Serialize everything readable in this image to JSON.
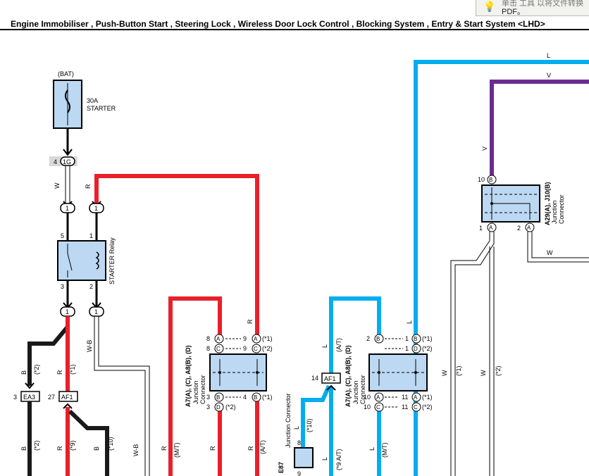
{
  "title": "Engine Immobiliser , Push-Button Start , Steering Lock , Wireless Door Lock Control , Blocking System , Entry & Start System <LHD>",
  "tooltip": {
    "line1": "单击 工具 以将文件转换",
    "line2": "PDF。"
  },
  "fuse": {
    "top_label": "(BAT)",
    "rating": "30A",
    "name": "STARTER"
  },
  "connector_1g": {
    "pin": "4",
    "name": "1G"
  },
  "relay": {
    "name": "STARTER Relay",
    "pins": [
      "5",
      "1",
      "3",
      "2"
    ]
  },
  "wire_colors": {
    "W": "W",
    "R": "R",
    "B": "B",
    "WB": "W-B",
    "L": "L",
    "V": "V"
  },
  "junction_left": {
    "name": "A7(A), (C), A8(B), (D)",
    "sub": "Junction Connector",
    "pins": [
      "8",
      "8",
      "3",
      "3"
    ],
    "right_pins": [
      "9",
      "9",
      "4"
    ],
    "notes": [
      "(*1)",
      "(*2)",
      "(*1)",
      "(*2)"
    ]
  },
  "junction_mid": {
    "name": "A7(A), (C), A8(B), (D)",
    "sub": "Junction Connector",
    "pins": [
      "2",
      "10",
      "10"
    ],
    "right_pins": [
      "1",
      "1",
      "11",
      "11"
    ],
    "notes": [
      "(*1)",
      "(*2)",
      "(*1)",
      "(*2)"
    ]
  },
  "junction_right": {
    "name": "A29(A), J10(B)",
    "sub": "Junction Connector",
    "pins": [
      "10",
      "1",
      "2"
    ]
  },
  "connectors": {
    "ea3_pin": "3",
    "ea3": "EA3",
    "af1_pin": "27",
    "af1": "AF1",
    "af1b_pin": "14",
    "af1b": "AF1",
    "e87": "E87",
    "e87_sub": "Junction Connector",
    "e87_pin": "8",
    "e87_pin2": "9"
  },
  "annotations": {
    "star1": "(*1)",
    "star2": "(*2)",
    "star9": "(*9)",
    "star10": "(*10)",
    "m1": "(M/T)",
    "at1": "(A/T)",
    "star9at": "(*9 A/T)",
    "at2": "(A/T)"
  },
  "colors": {
    "red": "#e8202a",
    "blue": "#00aeef",
    "purple": "#6a2c91",
    "black": "#1a1a1a",
    "box": "#bcd8f2"
  }
}
